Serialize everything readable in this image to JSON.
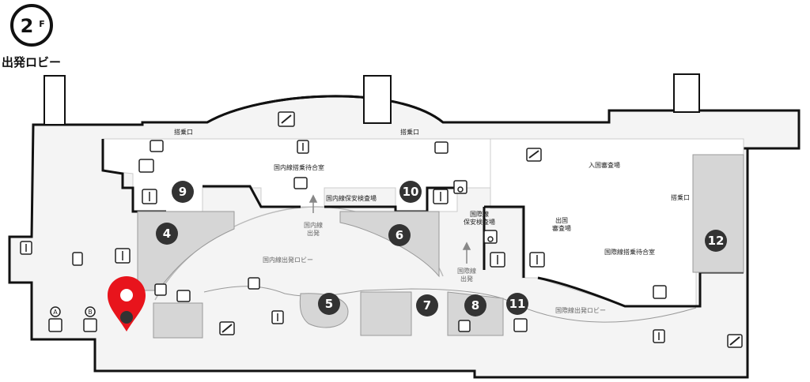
{
  "floor": {
    "number": "2",
    "suffix": "F",
    "title": "出発ロビー"
  },
  "labels": {
    "boarding_gate_left": "搭乗口",
    "boarding_gate_mid": "搭乗口",
    "boarding_gate_right": "搭乗口",
    "domestic_waiting": "国内線搭乗待合室",
    "domestic_security": "国内線保安検査場",
    "domestic_departure_arrow": "国内線\n出発",
    "domestic_lobby": "国内線出発ロビー",
    "intl_security": "国際線\n保安検査場",
    "intl_departure_arrow": "国際線\n出発",
    "immigration_in": "入国審査場",
    "immigration_out": "出国\n審査場",
    "intl_waiting": "国際線搭乗待合室",
    "intl_lobby": "国際線出発ロビー",
    "marker_a": "A",
    "marker_b": "B"
  },
  "shops": [
    "4",
    "5",
    "6",
    "7",
    "8",
    "9",
    "10",
    "11",
    "12"
  ],
  "colors": {
    "wall": "#111111",
    "shop_fill": "#d6d6d6",
    "corridor": "#f2f2f2",
    "badge": "#333333",
    "pin": "#e8141c",
    "thin_line": "#9a9a9a"
  },
  "icons": [
    "elevator-icon",
    "restroom-icon",
    "escalator-icon",
    "phone-icon",
    "aed-icon",
    "wheelchair-icon",
    "kids-icon",
    "baggage-icon",
    "smoking-icon",
    "stairs-icon",
    "location-pin-icon"
  ]
}
